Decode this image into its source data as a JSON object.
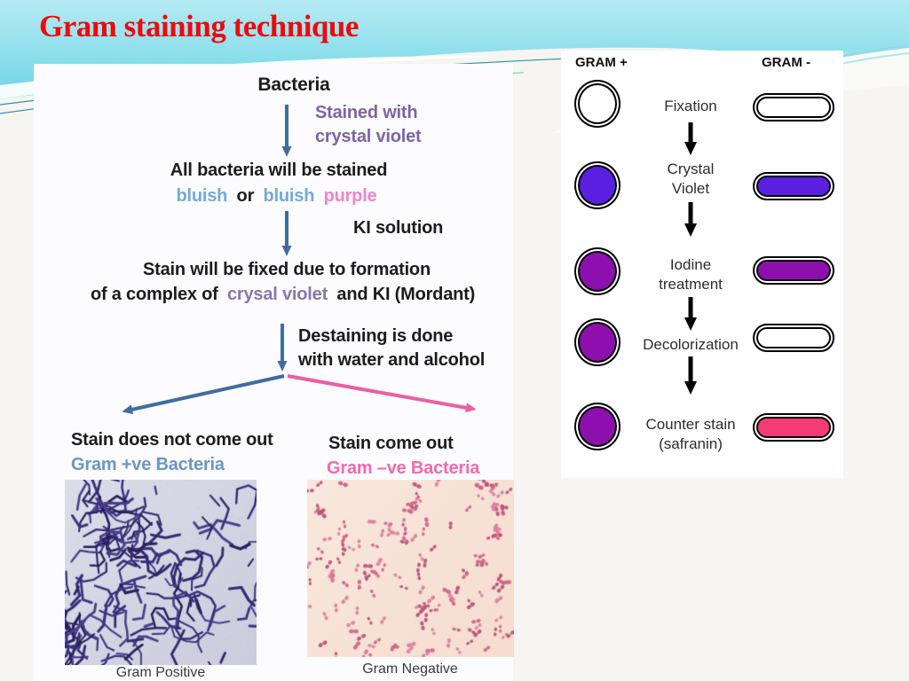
{
  "slide": {
    "title": "Gram staining technique"
  },
  "flowchart": {
    "bacteria": "Bacteria",
    "stained_with_line1": "Stained with",
    "stained_with_line2": "crystal violet",
    "all_stained": "All bacteria will be stained",
    "bluish_a": "bluish",
    "or_word": "or",
    "bluish_b": "bluish",
    "purple_word": "purple",
    "ki_solution": "KI solution",
    "fixed_line1": "Stain will be fixed due to formation",
    "fixed_line2_prefix": "of a complex of",
    "fixed_line2_highlight": "crysal violet",
    "fixed_line2_suffix": "and KI (Mordant)",
    "destain_line1": "Destaining is done",
    "destain_line2": "with water and alcohol",
    "gram_positive_result": "Stain does not come out",
    "gram_positive_label": "Gram +ve Bacteria",
    "gram_negative_result": "Stain come out",
    "gram_negative_label": "Gram –ve Bacteria",
    "caption_positive": "Gram Positive",
    "caption_negative": "Gram Negative"
  },
  "staining_panel": {
    "col_positive": "GRAM +",
    "col_negative": "GRAM -",
    "steps": [
      {
        "label_line1": "Fixation",
        "label_line2": "",
        "plus_fill": "#ffffff",
        "minus_fill": "#ffffff"
      },
      {
        "label_line1": "Crystal",
        "label_line2": "Violet",
        "plus_fill": "#5a1fe0",
        "minus_fill": "#5a1fe0"
      },
      {
        "label_line1": "Iodine",
        "label_line2": "treatment",
        "plus_fill": "#8d10ae",
        "minus_fill": "#8d10ae"
      },
      {
        "label_line1": "Decolorization",
        "label_line2": "",
        "plus_fill": "#8d10ae",
        "minus_fill": "#ffffff"
      },
      {
        "label_line1": "Counter stain",
        "label_line2": "(safranin)",
        "plus_fill": "#8d10ae",
        "minus_fill": "#f43b77"
      }
    ]
  },
  "colors": {
    "title_red": "#ee0a0a",
    "arrow_blue": "#3f6da0",
    "branch_pink": "#e95fa5",
    "text_purple": "#7c63a8",
    "text_light_purple": "#8577b2",
    "text_blue": "#74a9d8",
    "text_pink": "#ef85c8",
    "gram_pos_blue": "#6b96c4",
    "gram_neg_pink": "#f268b0",
    "step_arrow_black": "#000000"
  }
}
